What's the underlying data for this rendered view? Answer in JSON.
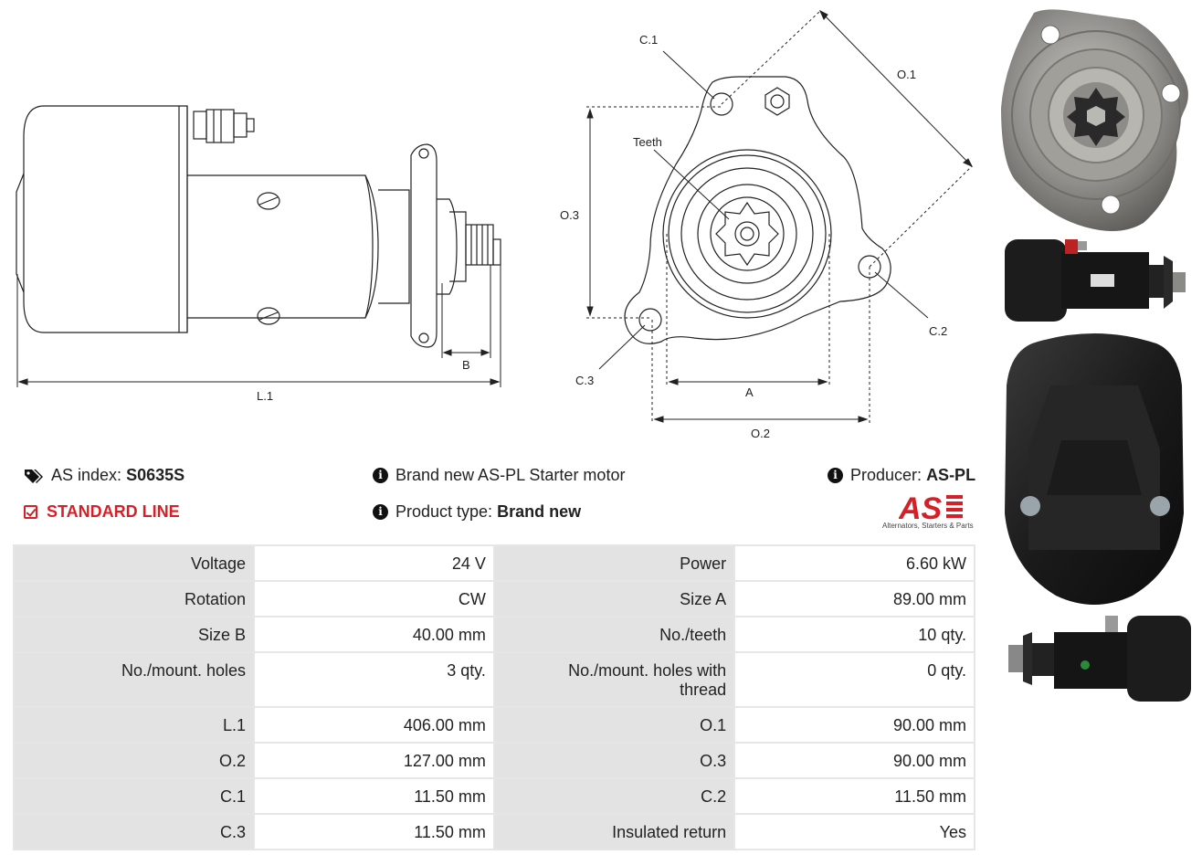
{
  "drawing": {
    "side_labels": {
      "b": "B",
      "l1": "L.1"
    },
    "front_labels": {
      "c1": "C.1",
      "o1": "O.1",
      "teeth": "Teeth",
      "o3": "O.3",
      "c2": "C.2",
      "c3": "C.3",
      "a": "A",
      "o2": "O.2"
    }
  },
  "info": {
    "as_index_label": "AS index:",
    "as_index_value": "S0635S",
    "line_label": "STANDARD LINE",
    "description": "Brand new AS-PL Starter motor",
    "product_type_label": "Product type:",
    "product_type_value": "Brand new",
    "producer_label": "Producer:",
    "producer_value": "AS-PL",
    "logo_text": "AS",
    "logo_tagline": "Alternators, Starters & Parts"
  },
  "specs": [
    [
      "Voltage",
      "24 V",
      "Power",
      "6.60 kW"
    ],
    [
      "Rotation",
      "CW",
      "Size A",
      "89.00 mm"
    ],
    [
      "Size B",
      "40.00 mm",
      "No./teeth",
      "10 qty."
    ],
    [
      "No./mount. holes",
      "3 qty.",
      "No./mount. holes with thread",
      "0 qty."
    ],
    [
      "L.1",
      "406.00 mm",
      "O.1",
      "90.00 mm"
    ],
    [
      "O.2",
      "127.00 mm",
      "O.3",
      "90.00 mm"
    ],
    [
      "C.1",
      "11.50 mm",
      "C.2",
      "11.50 mm"
    ],
    [
      "C.3",
      "11.50 mm",
      "Insulated return",
      "Yes"
    ]
  ],
  "colors": {
    "accent_red": "#d61f26",
    "table_key_bg": "#e3e3e3",
    "table_border": "#e6e6e6"
  }
}
